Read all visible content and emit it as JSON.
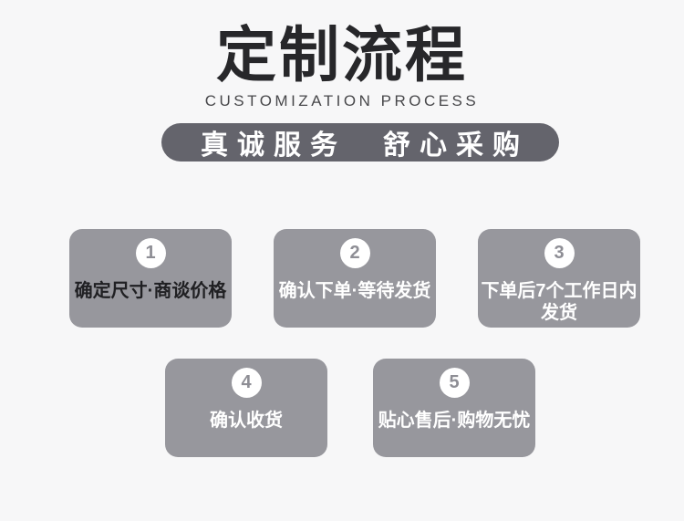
{
  "page": {
    "background": "#f7f7f8"
  },
  "header": {
    "title": "定制流程",
    "subtitle": "CUSTOMIZATION PROCESS",
    "banner": {
      "text": "真诚服务　舒心采购",
      "bg": "#64646c",
      "text_color": "#ffffff"
    }
  },
  "process": {
    "box_bg": "#97979d",
    "circle_bg": "#ffffff",
    "number_color": "#8e8e95",
    "steps": [
      {
        "number": "1",
        "label": "确定尺寸·商谈价格",
        "label_color": "#202023"
      },
      {
        "number": "2",
        "label": "确认下单·等待发货",
        "label_color": "#ffffff"
      },
      {
        "number": "3",
        "label": "下单后7个工作日内\n发货",
        "label_color": "#ffffff"
      },
      {
        "number": "4",
        "label": "确认收货",
        "label_color": "#ffffff"
      },
      {
        "number": "5",
        "label": "贴心售后·购物无忧",
        "label_color": "#ffffff"
      }
    ]
  }
}
